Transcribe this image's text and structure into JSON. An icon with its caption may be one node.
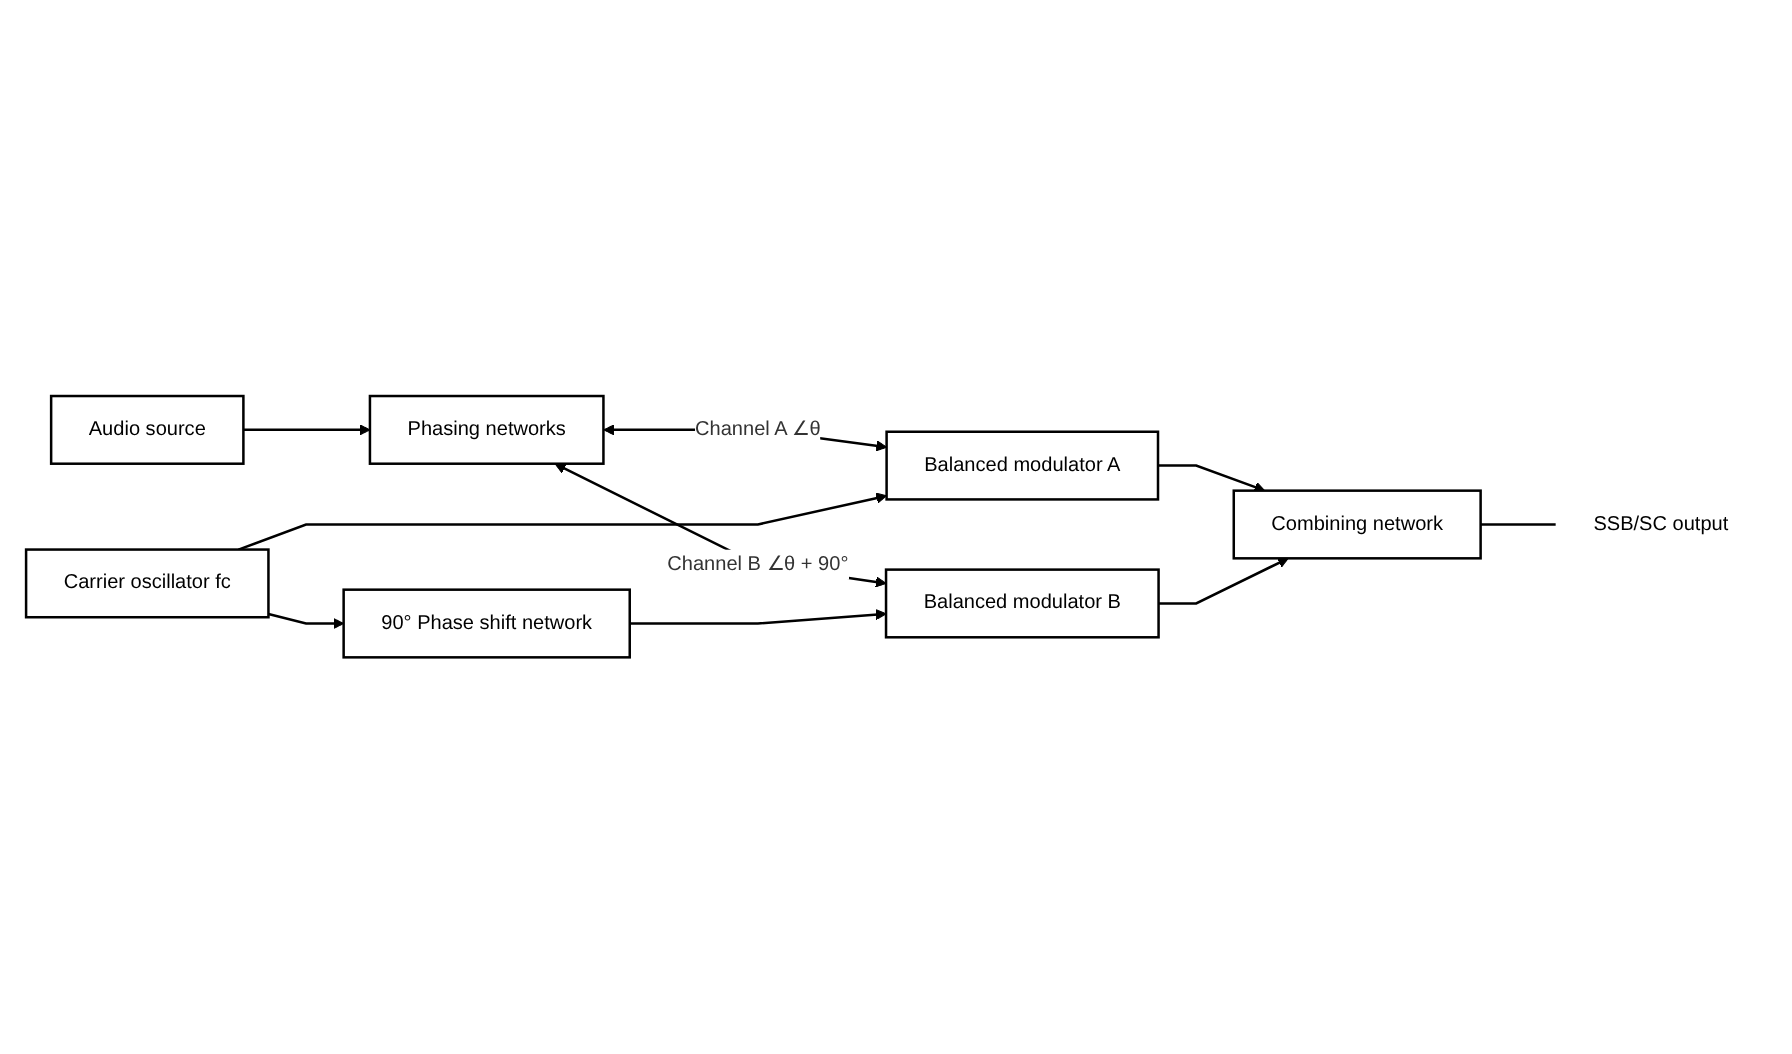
{
  "diagram": {
    "nodes": [
      {
        "text": [
          "Audio source"
        ]
      },
      {
        "text": [
          "Phasing networks"
        ]
      },
      {
        "text": [
          "Balanced modulator A"
        ]
      },
      {
        "text": [
          "Carrier oscillator fc"
        ]
      },
      {
        "text": [
          "90° Phase shift network"
        ]
      },
      {
        "text": [
          "Balanced modulator B"
        ]
      },
      {
        "text": [
          "Combining network"
        ]
      },
      {
        "text": [
          "SSB/SC output"
        ]
      }
    ],
    "edges": [
      {
        "from": 0,
        "to": 1,
        "arrow": "to"
      },
      {
        "from": 1,
        "to": 2,
        "arrow": "both",
        "label": "Channel A ∠θ"
      },
      {
        "from": 3,
        "to": 2,
        "arrow": "to"
      },
      {
        "from": 3,
        "to": 4,
        "arrow": "to"
      },
      {
        "from": 1,
        "to": 5,
        "arrow": "both",
        "label": "Channel B ∠θ + 90°"
      },
      {
        "from": 4,
        "to": 5,
        "arrow": "to"
      },
      {
        "from": 2,
        "to": 6,
        "arrow": "to"
      },
      {
        "from": 5,
        "to": 6,
        "arrow": "to"
      },
      {
        "from": 6,
        "to": 7,
        "arrow": "none"
      }
    ]
  }
}
